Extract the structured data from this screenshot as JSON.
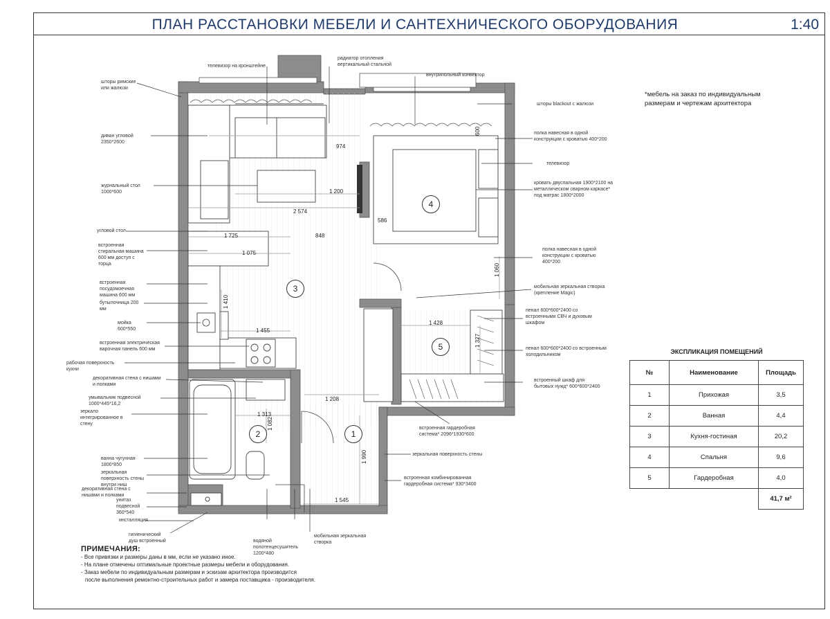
{
  "header": {
    "title": "ПЛАН РАССТАНОВКИ МЕБЕЛИ И САНТЕХНИЧЕСКОГО ОБОРУДОВАНИЯ",
    "scale": "1:40"
  },
  "note_custom": "*мебель на заказ по индивидуальным размерам и чертежам архитектора",
  "left_labels": [
    "шторы римские или жалюзи",
    "диван угловой 2350*2600",
    "журнальный стол 1000*600",
    "угловой стол",
    "встроенная стиральная машина 600 мм доступ с торца",
    "встроенная посудомоечная машина 600 мм",
    "бутылочница 200 мм",
    "мойка 600*550",
    "встроенная электрическая варочная панель 600 мм",
    "рабочая поверхность кухни",
    "декоративная стена с нишами и полками",
    "умывальник подвесной 1000*445*16,2",
    "зеркало интегрированное в стену",
    "ванна чугунная 1800*850",
    "зеркальная поверхность стены внутри ниш",
    "декоративная стена с нишами и полками",
    "унитаз подвесной 360*540",
    "инсталляция"
  ],
  "top_labels": [
    "телевизор на кронштейне",
    "радиатор отопления вертикальный стальной",
    "внутрипольный конвектор"
  ],
  "right_labels": [
    "шторы blackout с жалюзи",
    "полка навесная в одной конструкции с кроватью 400*200",
    "телевизор",
    "кровать двуспальная 1900*2100 на металлическом сварном каркасе* под матрас 1800*2000",
    "полка навесная в одной конструкции с кроватью 400*200",
    "мобильная зеркальная створка (крепление Magic)",
    "пенал 600*600*2400 со встроенными СВЧ и духовым шкафом",
    "пенал 600*600*2400 со встроенным холодильником",
    "встроенный шкаф для бытовых нужд* 600*600*2400",
    "встроенная гардеробная система* 2096*1930*600",
    "зеркальная поверхность стены",
    "встроенная комбинированная гардеробная система* 930*3400"
  ],
  "bottom_labels": [
    "гигиенический душ встроенный",
    "водяной полотенцесушитель 1200*480",
    "мобильная зеркальная створка"
  ],
  "dimensions": {
    "d974": "974",
    "d1200": "1 200",
    "d2574": "2 574",
    "d586": "586",
    "d1725": "1 725",
    "d848": "848",
    "d1075": "1 075",
    "d1410": "1 410",
    "d1455": "1 455",
    "d1428": "1 428",
    "d1327": "1 327",
    "d1060": "1 060",
    "d600": "600",
    "d1208": "1 208",
    "d1313": "1 313",
    "d1082": "1 082",
    "d1990": "1 990",
    "d1545": "1 545"
  },
  "rooms": [
    "1",
    "2",
    "3",
    "4",
    "5"
  ],
  "explication": {
    "title": "ЭКСПЛИКАЦИЯ ПОМЕЩЕНИЙ",
    "headers": [
      "№",
      "Наименование",
      "Площадь"
    ],
    "rows": [
      {
        "n": "1",
        "name": "Прихожая",
        "area": "3,5"
      },
      {
        "n": "2",
        "name": "Ванная",
        "area": "4,4"
      },
      {
        "n": "3",
        "name": "Кухня-гостиная",
        "area": "20,2"
      },
      {
        "n": "4",
        "name": "Спальня",
        "area": "9,6"
      },
      {
        "n": "5",
        "name": "Гардеробная",
        "area": "4,0"
      }
    ],
    "total": "41,7 м²"
  },
  "notes": {
    "heading": "ПРИМЕЧАНИЯ:",
    "items": [
      "- Все привязки и размеры даны в мм, если не указано иное.",
      "- На плане отмечены оптимальные проектные размеры мебели и оборудования.",
      "- Заказ мебели по индивидуальным размерам и эскизам архитектора производится",
      "  после выполнения ремонтно-строительных работ и замера поставщика - производителя."
    ]
  }
}
